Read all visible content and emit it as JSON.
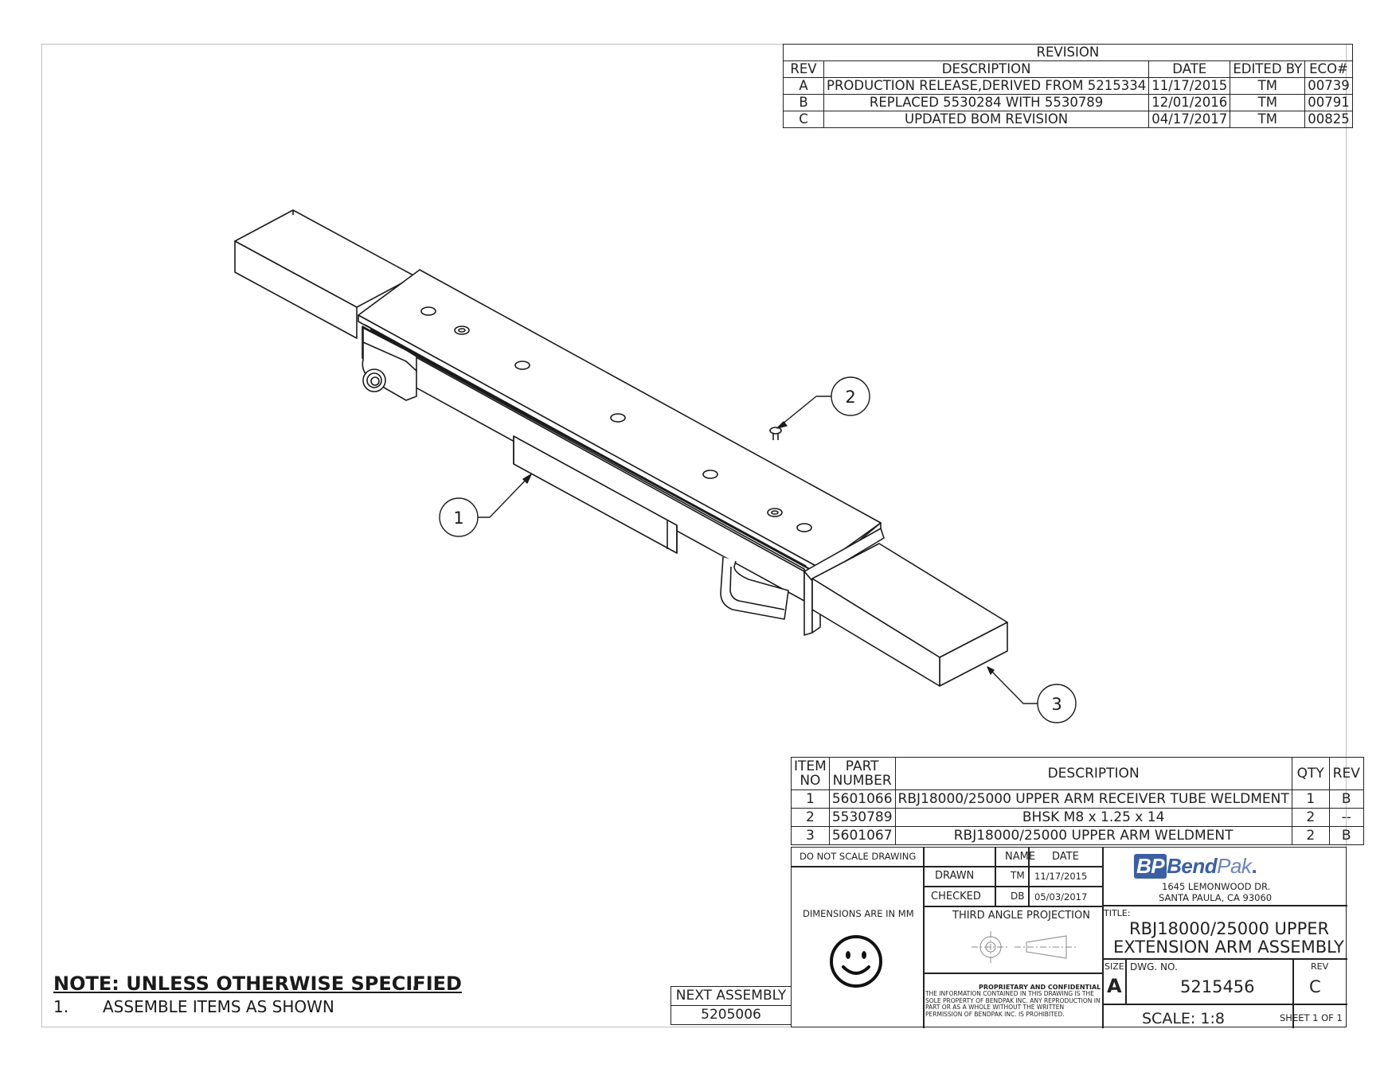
{
  "revision_block": {
    "title": "REVISION",
    "headers": [
      "REV",
      "DESCRIPTION",
      "DATE",
      "EDITED BY",
      "ECO#"
    ],
    "rows": [
      [
        "A",
        "PRODUCTION RELEASE,DERIVED FROM 5215334",
        "11/17/2015",
        "TM",
        "00739"
      ],
      [
        "B",
        "REPLACED 5530284 WITH 5530789",
        "12/01/2016",
        "TM",
        "00791"
      ],
      [
        "C",
        "UPDATED BOM REVISION",
        "04/17/2017",
        "TM",
        "00825"
      ]
    ]
  },
  "balloons": [
    "1",
    "2",
    "3"
  ],
  "bom": {
    "headers": [
      "ITEM NO",
      "PART NUMBER",
      "DESCRIPTION",
      "QTY",
      "REV"
    ],
    "rows": [
      [
        "1",
        "5601066",
        "RBJ18000/25000 UPPER ARM RECEIVER TUBE WELDMENT",
        "1",
        "B"
      ],
      [
        "2",
        "5530789",
        "BHSK M8 x 1.25 x 14",
        "2",
        "--"
      ],
      [
        "3",
        "5601067",
        "RBJ18000/25000 UPPER ARM WELDMENT",
        "2",
        "B"
      ]
    ]
  },
  "title_block": {
    "do_not_scale": "DO NOT SCALE DRAWING",
    "dimensions_note": "DIMENSIONS ARE IN MM",
    "name_label": "NAME",
    "date_label": "DATE",
    "drawn_label": "DRAWN",
    "drawn_name": "TM",
    "drawn_date": "11/17/2015",
    "checked_label": "CHECKED",
    "checked_name": "DB",
    "checked_date": "05/03/2017",
    "projection": "THIRD ANGLE PROJECTION",
    "proprietary_title": "PROPRIETARY AND CONFIDENTIAL",
    "proprietary_text": "THE INFORMATION CONTAINED IN THIS DRAWING IS THE SOLE PROPERTY OF BENDPAK INC. ANY REPRODUCTION IN PART OR AS A WHOLE WITHOUT THE WRITTEN PERMISSION OF BENDPAK INC. IS PROHIBITED.",
    "company_mark": "BP",
    "company_name_a": "Bend",
    "company_name_b": "Pak",
    "company_dot": ".",
    "address_1": "1645 LEMONWOOD DR.",
    "address_2": "SANTA PAULA, CA 93060",
    "title_label": "TITLE:",
    "title_line_1": "RBJ18000/25000 UPPER",
    "title_line_2": "EXTENSION ARM ASSEMBLY",
    "size_label": "SIZE",
    "size": "A",
    "dwg_label": "DWG.  NO.",
    "dwg_no": "5215456",
    "rev_label": "REV",
    "rev": "C",
    "scale": "SCALE: 1:8",
    "sheet": "SHEET 1 OF 1"
  },
  "next_assembly": {
    "label": "NEXT ASSEMBLY",
    "value": "5205006"
  },
  "notes": {
    "heading": "NOTE: UNLESS OTHERWISE SPECIFIED",
    "heading_suffix": ".",
    "items": [
      {
        "number": "1.",
        "text": "ASSEMBLE ITEMS AS SHOWN"
      }
    ]
  },
  "colors": {
    "line": "#222222",
    "border": "#bfbfbf",
    "brand_blue": "#3a5fa8"
  }
}
